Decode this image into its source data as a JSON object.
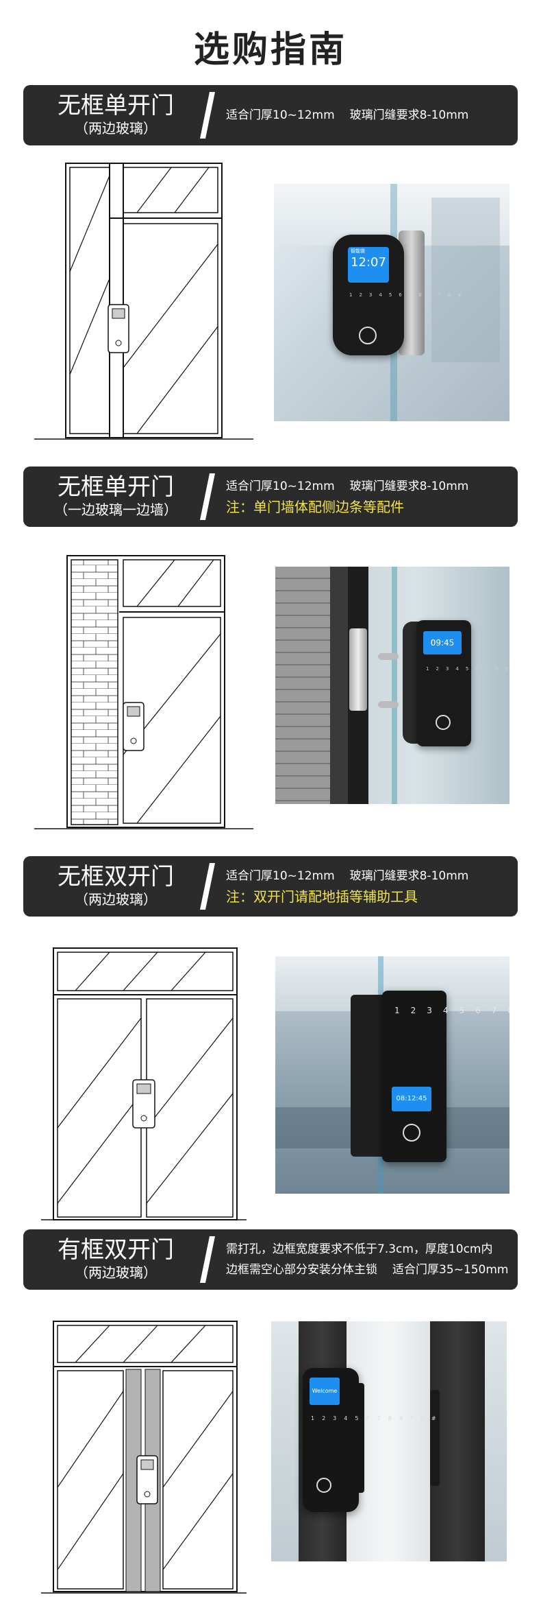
{
  "title": "选购指南",
  "sections": [
    {
      "name": "无框单开门",
      "sub": "（两边玻璃）",
      "line1a": "适合门厚10~12mm",
      "line1b": "玻璃门缝要求8-10mm"
    },
    {
      "name": "无框单开门",
      "sub": "（一边玻璃一边墙）",
      "line1a": "适合门厚10~12mm",
      "line1b": "玻璃门缝要求8-10mm",
      "note": "注：单门墙体配侧边条等配件"
    },
    {
      "name": "无框双开门",
      "sub": "（两边玻璃）",
      "line1a": "适合门厚10~12mm",
      "line1b": "玻璃门缝要求8-10mm",
      "note": "注：双开门请配地插等辅助工具"
    },
    {
      "name": "有框双开门",
      "sub": "（两边玻璃）",
      "line1": "需打孔，边框宽度要求不低于7.3cm，厚度10cm内",
      "line2a": "边框需空心部分安装分体主锁",
      "line2b": "适合门厚35~150mm"
    }
  ],
  "lock_screens": {
    "time1": "12:07",
    "time2": "09:45",
    "time3": "08:12:45",
    "welcome": "Welcome",
    "brand": "智能锁"
  },
  "keypad": [
    "1",
    "2",
    "3",
    "4",
    "5",
    "6",
    "7",
    "8",
    "9",
    "*",
    "0",
    "#"
  ],
  "colors": {
    "banner_bg": "#2b2b2b",
    "note_yellow": "#f2e34a",
    "screen_blue": "#1e8ff0"
  }
}
